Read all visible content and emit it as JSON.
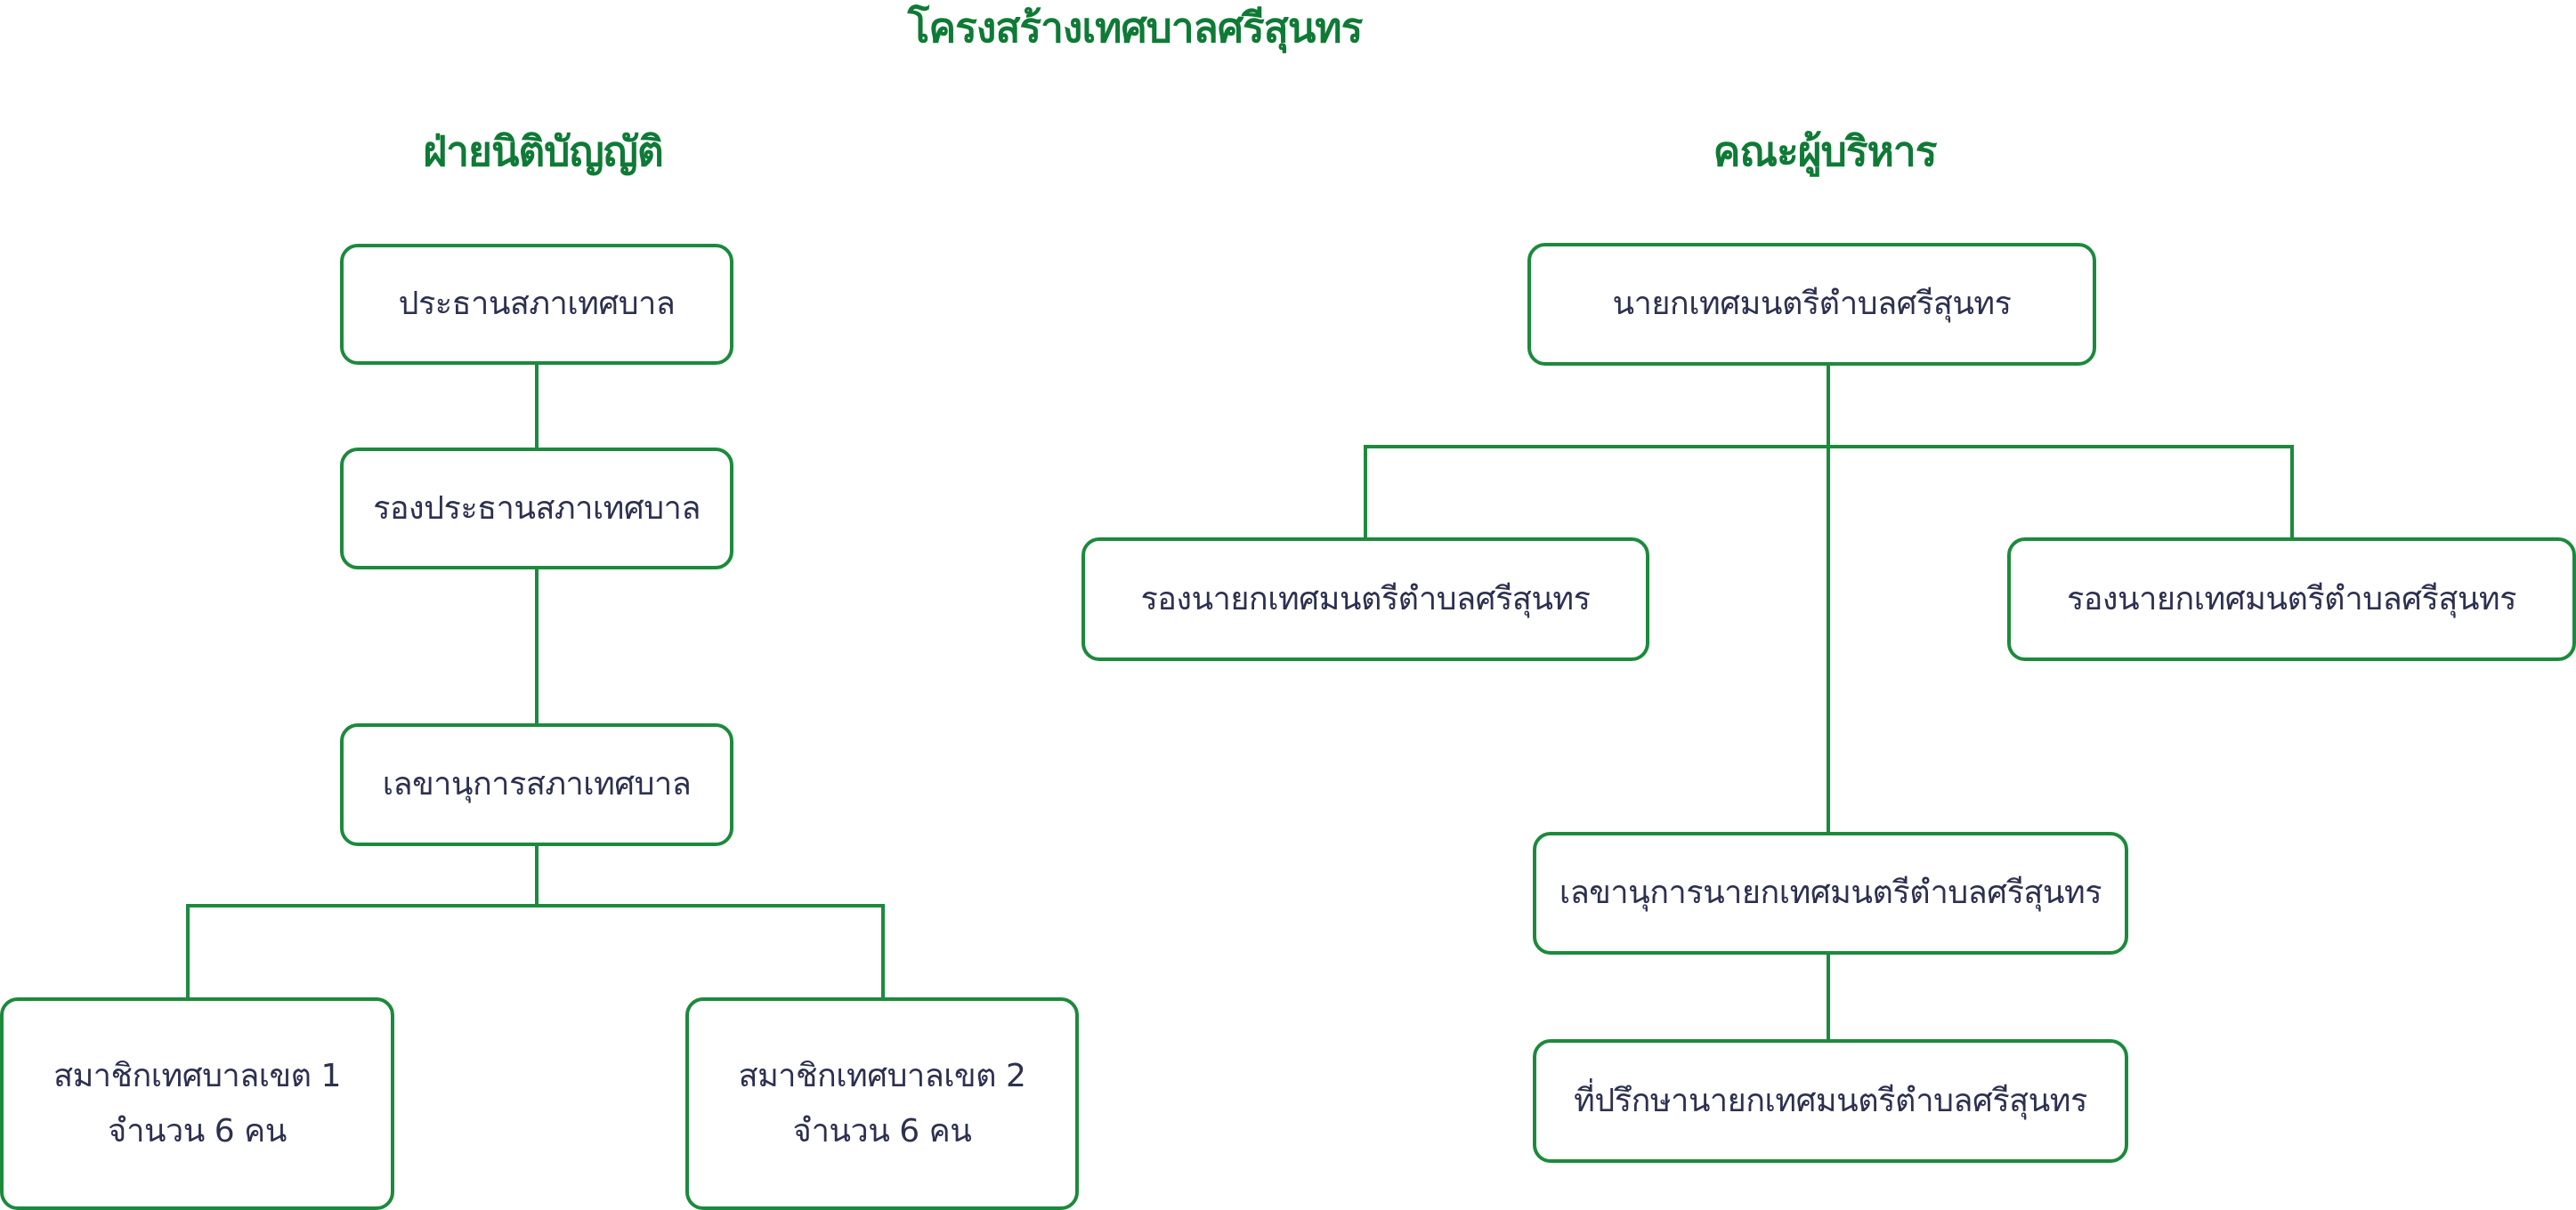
{
  "title": "โครงสร้างเทศบาลศรีสุนทร",
  "legislative": {
    "title": "ฝ่ายนิติบัญญัติ",
    "president": "ประธานสภาเทศบาล",
    "vice_president": "รองประธานสภาเทศบาล",
    "secretary": "เลขานุการสภาเทศบาล",
    "members": [
      {
        "line1": "สมาชิกเทศบาลเขต 1",
        "line2": "จำนวน 6 คน"
      },
      {
        "line1": "สมาชิกเทศบาลเขต 2",
        "line2": "จำนวน 6 คน"
      }
    ]
  },
  "executive": {
    "title": "คณะผู้บริหาร",
    "mayor": "นายกเทศมนตรีตำบลศรีสุนทร",
    "deputies": [
      "รองนายกเทศมนตรีตำบลศรีสุนทร",
      "รองนายกเทศมนตรีตำบลศรีสุนทร"
    ],
    "secretary": "เลขานุการนายกเทศมนตรีตำบลศรีสุนทร",
    "advisor": "ที่ปรึกษานายกเทศมนตรีตำบลศรีสุนทร"
  },
  "colors": {
    "title": "#0f7a36",
    "box_border": "#1c8a3d",
    "connector": "#1c8a3d",
    "box_text": "#2d3150"
  }
}
